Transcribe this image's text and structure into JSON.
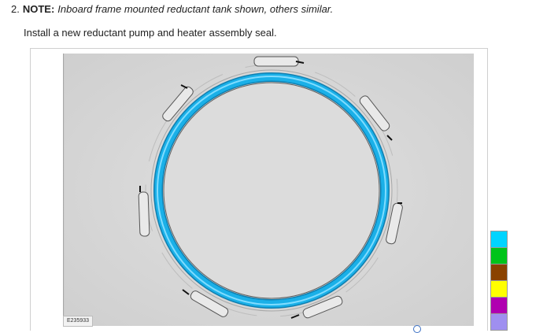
{
  "step": {
    "number": "2.",
    "note_label": "NOTE:",
    "note_text": "Inboard frame mounted reductant tank shown, others similar."
  },
  "instruction": "Install a new reductant pump and heater assembly seal.",
  "figure": {
    "id": "E235933",
    "ring_color": "#1ab0e8",
    "background_color": "#d7d7d7"
  },
  "swatches": [
    {
      "color": "#00d4ff"
    },
    {
      "color": "#00c41a"
    },
    {
      "color": "#8a4200"
    },
    {
      "color": "#ffff00"
    },
    {
      "color": "#b000b0"
    },
    {
      "color": "#9f8ff0"
    }
  ]
}
